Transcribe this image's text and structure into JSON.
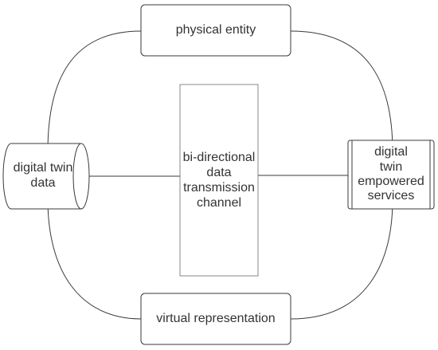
{
  "diagram": {
    "nodes": {
      "physical_entity": {
        "label": "physical entity"
      },
      "virtual_representation": {
        "label": "virtual representation"
      },
      "channel": {
        "label": "bi-directional\ndata\ntransmission\nchannel"
      },
      "twin_data": {
        "label": "digital twin\ndata"
      },
      "services": {
        "label": "digital\ntwin\nempowered\nservices"
      }
    },
    "colors": {
      "stroke": "#3a3a3a",
      "text": "#333333",
      "background": "#ffffff"
    }
  }
}
